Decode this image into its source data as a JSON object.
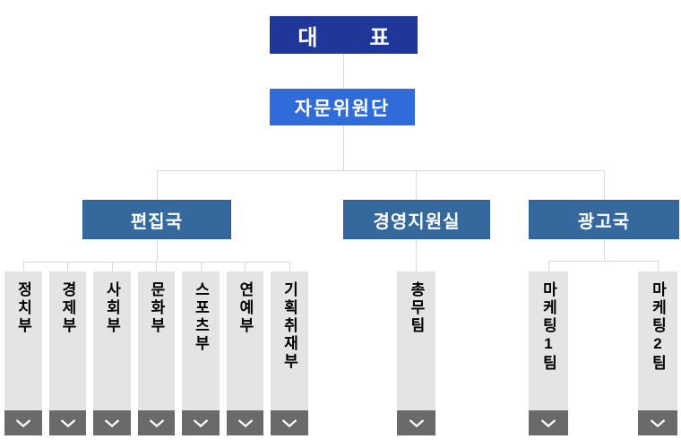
{
  "org_chart": {
    "ceo": {
      "label": "대표"
    },
    "advisory": {
      "label": "자문위원단"
    },
    "departments": [
      {
        "label": "편집국",
        "teams": [
          "정치부",
          "경제부",
          "사회부",
          "문화부",
          "스포츠부",
          "연예부",
          "기획취재부"
        ]
      },
      {
        "label": "경영지원실",
        "teams": [
          "총무팀"
        ]
      },
      {
        "label": "광고국",
        "teams": [
          "마케팅1팀",
          "마케팅2팀"
        ]
      }
    ]
  },
  "icons": {
    "team_expand": "chevron-down"
  },
  "colors": {
    "ceo_box": "#1e3799",
    "advisory_box": "#2f6bd9",
    "department_box": "#35699d",
    "team_column_bg": "#e5e4e2",
    "expand_button_bg": "#6a6a6a",
    "connector_line": "#d9d9d9",
    "node_text": "#ffffff",
    "team_text": "#000000"
  }
}
